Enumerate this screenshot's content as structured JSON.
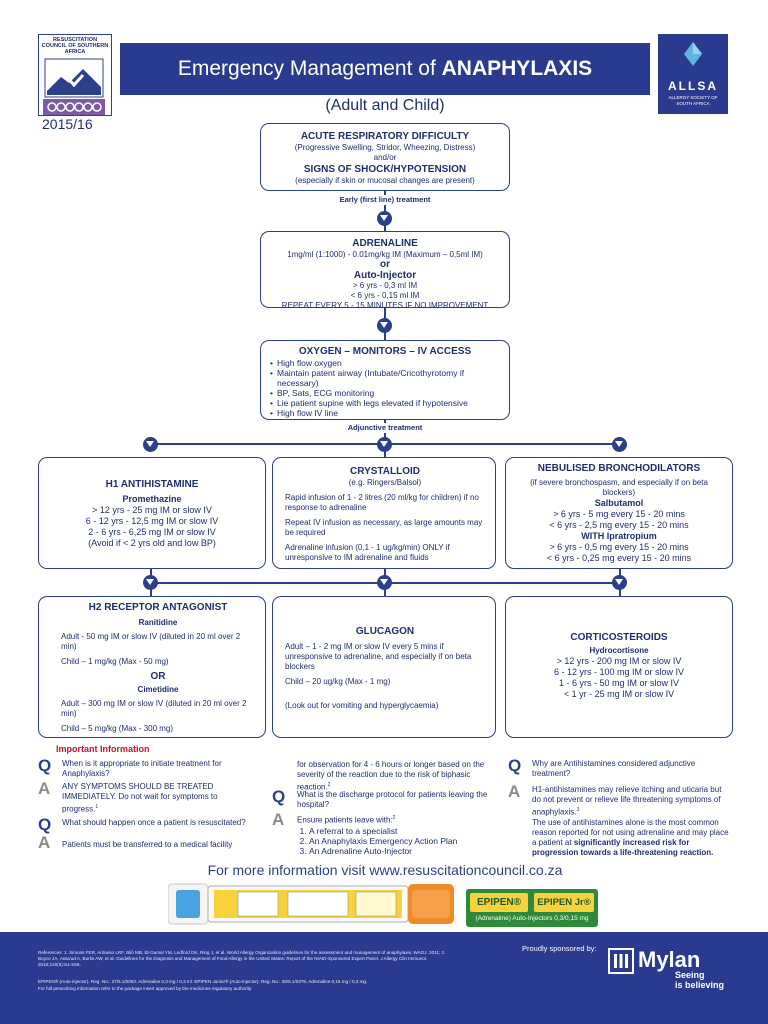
{
  "header": {
    "logo_text": "RESUSCITATION COUNCIL OF SOUTHERN AFRICA",
    "year": "2015/16",
    "title_prefix": "Emergency Management of",
    "title_main": "ANAPHYLAXIS",
    "subtitle": "(Adult and Child)",
    "allsa_name": "ALLSA",
    "allsa_sub": "ALLERGY SOCIETY OF SOUTH AFRICA"
  },
  "box1": {
    "h1": "ACUTE RESPIRATORY DIFFICULTY",
    "l1": "(Progressive Swelling, Stridor, Wheezing, Distress)",
    "l2": "and/or",
    "h2": "SIGNS OF SHOCK/HYPOTENSION",
    "l3": "(especially if skin or mucosal changes are present)"
  },
  "label_first_line": "Early (first line) treatment",
  "box2": {
    "h1": "ADRENALINE",
    "l1": "1mg/ml (1:1000) - 0.01mg/kg IM (Maximum – 0,5ml IM)",
    "or": "or",
    "h2": "Auto-Injector",
    "l2": "> 6 yrs - 0,3 ml IM",
    "l3": "< 6 yrs - 0,15 ml IM",
    "l4": "REPEAT EVERY 5 - 15 MINUTES IF NO IMPROVEMENT"
  },
  "box3": {
    "h1": "OXYGEN – MONITORS – IV ACCESS",
    "items": [
      "High flow oxygen",
      "Maintain patent airway (Intubate/Cricothyrotomy if necessary)",
      "BP, Sats, ECG monitoring",
      "Lie patient supine with legs elevated if hypotensive",
      "High flow IV line"
    ]
  },
  "label_adjunctive": "Adjunctive treatment",
  "h1box": {
    "h": "H1 ANTIHISTAMINE",
    "drug": "Promethazine",
    "l1": "> 12 yrs - 25 mg IM or slow IV",
    "l2": "6 - 12 yrs - 12,5 mg IM or slow IV",
    "l3": "2 - 6 yrs - 6,25 mg IM or slow IV",
    "l4": "(Avoid if < 2 yrs old and low BP)"
  },
  "crystal": {
    "h": "CRYSTALLOID",
    "sub": "(e.g. Ringers/Balsol)",
    "p1": "Rapid infusion of 1 - 2 litres (20 ml/kg for children) if no response to adrenaline",
    "p2": "Repeat IV infusion as necessary, as large amounts may be required",
    "p3": "Adrenaline infusion (0,1 - 1 ug/kg/min) ONLY if unresponsive to IM adrenaline and fluids"
  },
  "nebul": {
    "h": "NEBULISED BRONCHODILATORS",
    "sub": "(if severe bronchospasm, and especially if on beta blockers)",
    "drug1": "Salbutamol",
    "l1": "> 6 yrs - 5 mg every 15 - 20 mins",
    "l2": "< 6 yrs - 2,5 mg every 15 - 20 mins",
    "drug2": "WITH Ipratropium",
    "l3": "> 6 yrs - 0,5 mg every 15 - 20 mins",
    "l4": "< 6 yrs - 0,25 mg every 15 - 20 mins"
  },
  "h2box": {
    "h": "H2 RECEPTOR ANTAGONIST",
    "drug1": "Ranitidine",
    "l1": "Adult - 50 mg IM or slow IV (diluted in 20 ml over 2 min)",
    "l2": "Child – 1 mg/kg (Max - 50 mg)",
    "or": "OR",
    "drug2": "Cimetidine",
    "l3": "Adult – 300 mg IM or slow IV (diluted in 20 ml over 2 min)",
    "l4": "Child – 5 mg/kg (Max - 300 mg)"
  },
  "glucagon": {
    "h": "GLUCAGON",
    "l1": "Adult – 1 - 2 mg IM or slow IV every 5 mins if unresponsive to adrenaline, and especially if on beta blockers",
    "l2": "Child – 20 ug/kg (Max - 1 mg)",
    "l3": "(Look out for vomiting and hyperglycaemia)"
  },
  "cortico": {
    "h": "CORTICOSTEROIDS",
    "drug": "Hydrocortisone",
    "l1": "> 12 yrs - 200 mg IM or slow IV",
    "l2": "6 - 12 yrs - 100 mg IM or slow IV",
    "l3": "1 - 6 yrs - 50 mg IM or slow IV",
    "l4": "< 1 yr - 25 mg IM or slow IV"
  },
  "info": {
    "title": "Important Information",
    "q_letter": "Q",
    "a_letter": "A",
    "q1": "When is it appropriate to initiate treatment for Anaphylaxis?",
    "a1": "ANY SYMPTOMS SHOULD BE TREATED IMMEDIATELY.  Do not wait for symptoms to progress.",
    "a1_sup": "1",
    "q2": "What should happen once a patient is resuscitated?",
    "a2": "Patients must be transferred to a medical facility",
    "a2_cont": "for observation for 4 - 6 hours or longer based on the severity of the reaction due to the risk of biphasic reaction.",
    "a2_sup": "2",
    "q3": "What is the discharge protocol for patients leaving the hospital?",
    "a3_intro": "Ensure patients leave with:",
    "a3_sup": "2",
    "a3_items": [
      "A referral to a specialist",
      "An Anaphylaxis Emergency Action Plan",
      "An Adrenaline Auto-Injector"
    ],
    "q4": "Why are Antihistamines considered adjunctive treatment?",
    "a4_p1": "H1-antihistamines may relieve itching and uticaria but do not prevent or relieve life threatening symptoms of anaphylaxis.",
    "a4_p1_sup": "3",
    "a4_p2_start": "The use of antihistamines alone is the most common reason reported for not using adrenaline and may place a patient at",
    "a4_p2_bold": "significantly increased risk for progression towards a life-threatening reaction."
  },
  "more_info": "For more information visit www.resuscitationcouncil.co.za",
  "product": {
    "brand1": "EPIPEN®",
    "brand2": "EPIPEN Jr®",
    "tagline": "(Adrenaline) Auto-Injectors 0,3/0,15 mg"
  },
  "footer": {
    "refs": "References: 1. Simons FER, Ardusso LRF, Bilò MB, El-Gamal YM, Ledford DK, Ring J, et al. World Allergy Organization guidelines for the assessment and management of anaphylaxis. WAOJ. 2011; 2. Boyce JA, Assa'ad A, Burks AW, et al. Guidelines for the Diagnosis and Management of Food Allergy in the United States: Report of the NIAID-Sponsored Expert Panel. J Allergy Clin Immunol. 2010;126(6):S1-S58.",
    "reg1": "EPIPEN® (Auto-injector). Reg. No.: 27/5.1/0053. Adrenaline 0,3 mg / 0,3 ml. EPIPEN Junior® (Auto-injector). Reg. No.: 28/5.1/0276. Adrenaline 0,15 mg / 0,3 mg.",
    "reg2": "For full prescribing information refer to the package insert approved by the medicines regulatory authority.",
    "sponsor_label": "Proudly sponsored by:",
    "mylan": "Mylan",
    "seeing": "Seeing",
    "believing": "is believing"
  }
}
